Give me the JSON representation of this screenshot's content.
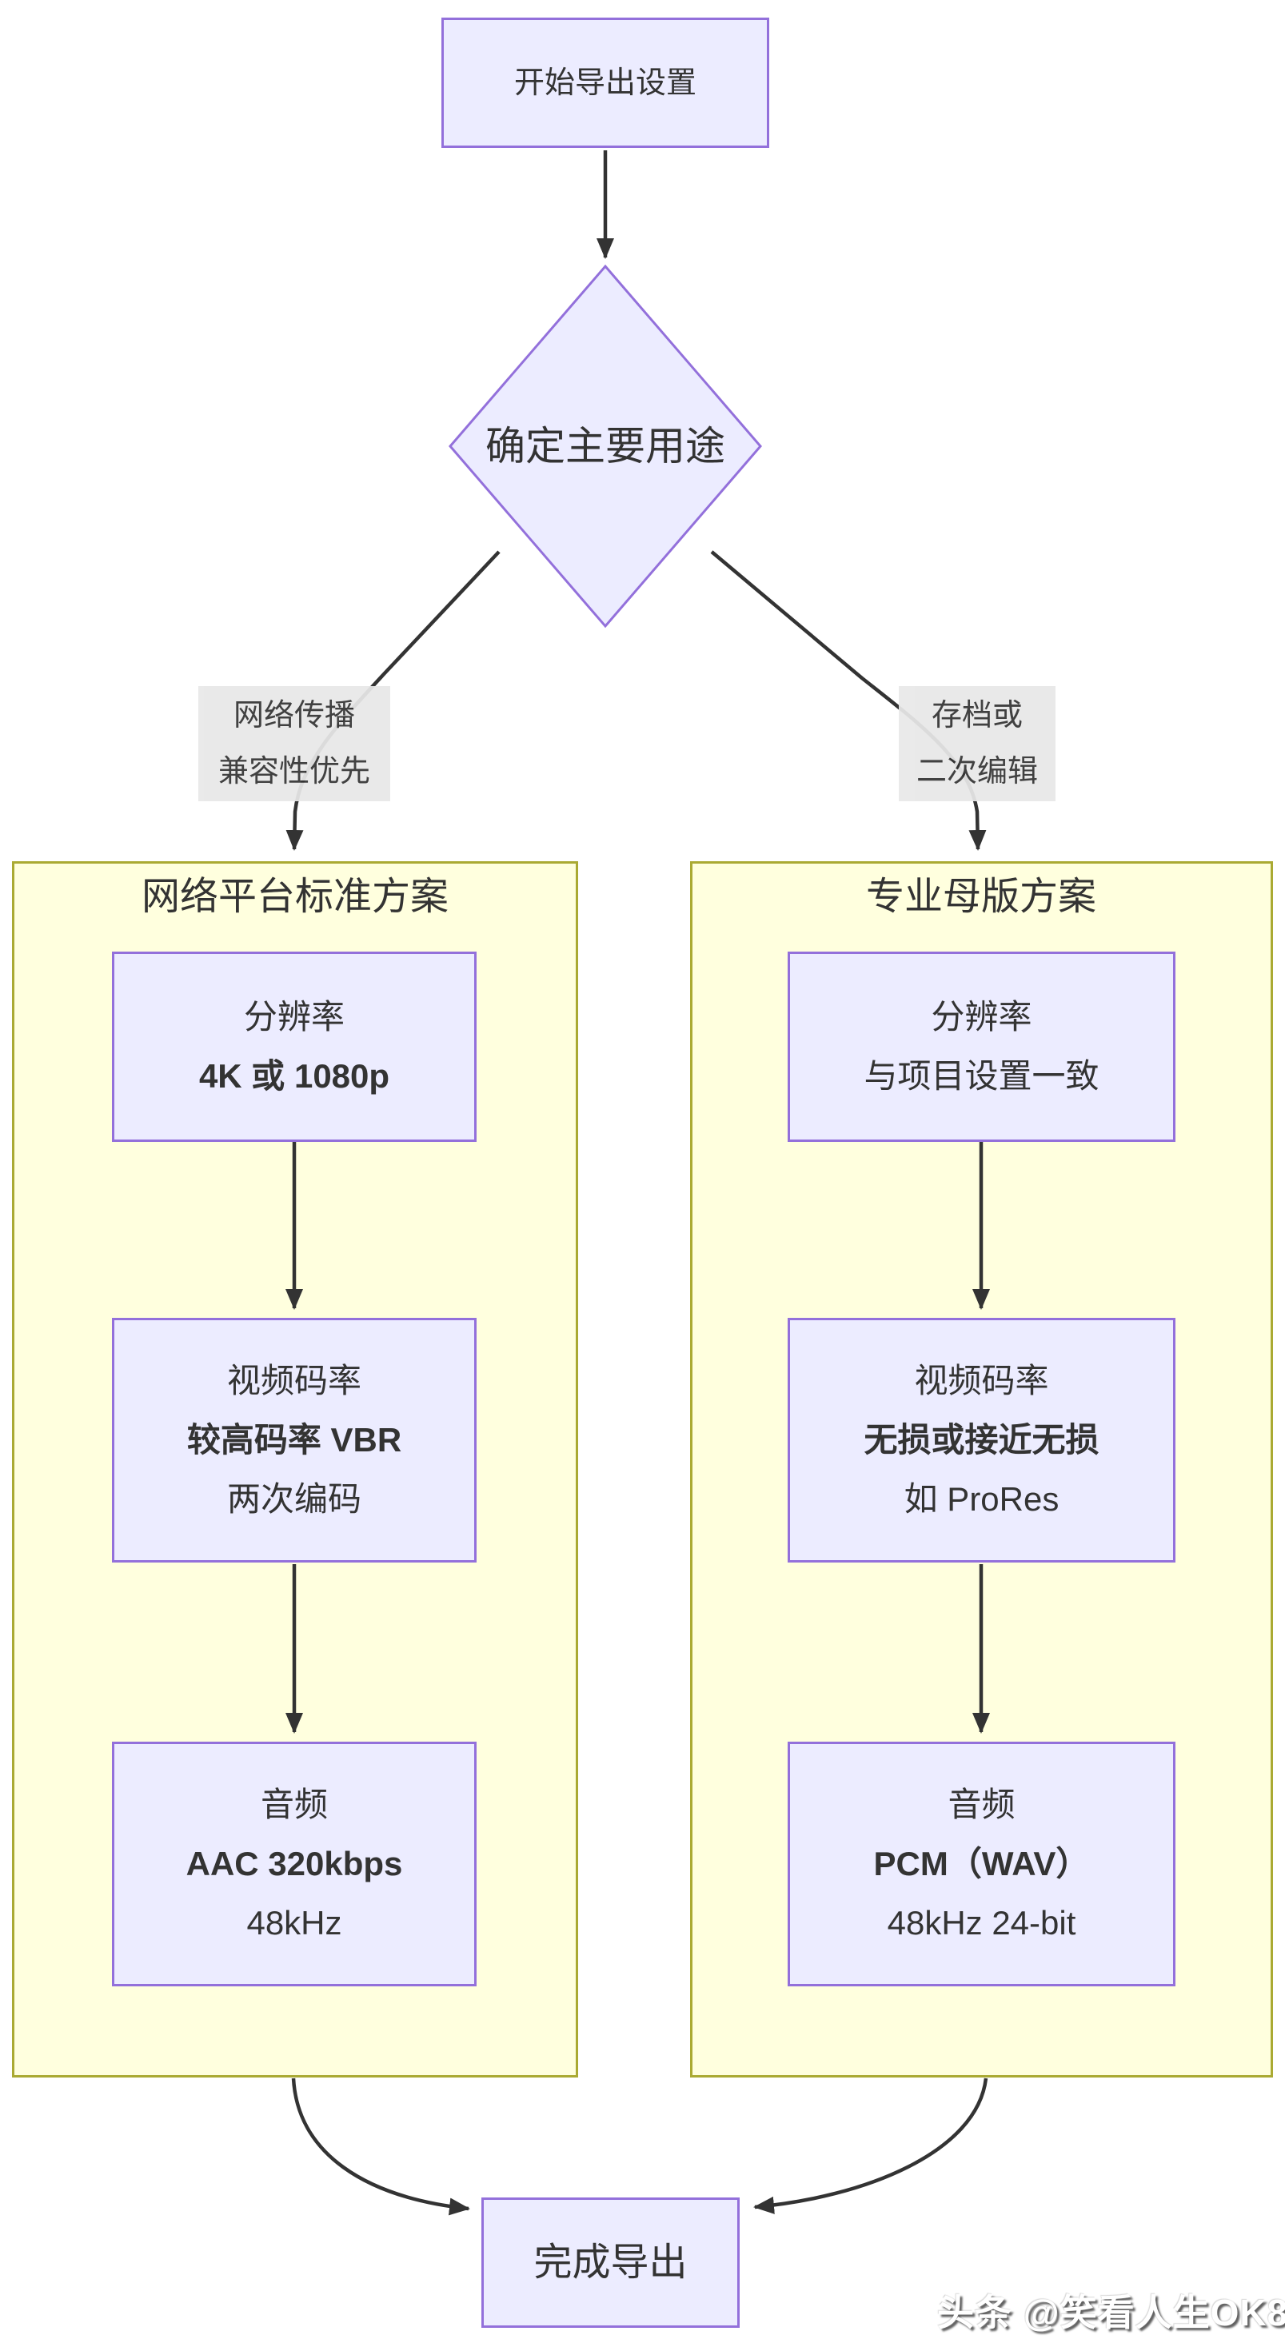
{
  "colors": {
    "node_fill": "#ECECFF",
    "node_border": "#9370DB",
    "container_fill": "#FFFFDE",
    "container_border": "#AAAA33",
    "edge_label_bg": "#E8E8E8",
    "line": "#333333",
    "text": "#333333",
    "watermark_text": "#FFFFFF"
  },
  "nodes": {
    "start": "开始导出设置",
    "decision": "确定主要用途",
    "end": "完成导出"
  },
  "edge_labels": {
    "left": {
      "line1": "网络传播",
      "line2": "兼容性优先"
    },
    "right": {
      "line1": "存档或",
      "line2": "二次编辑"
    }
  },
  "left_branch": {
    "title": "网络平台标准方案",
    "resolution": {
      "line1": "分辨率",
      "line2": "4K 或 1080p"
    },
    "bitrate": {
      "line1": "视频码率",
      "line2": "较高码率 VBR",
      "line3": "两次编码"
    },
    "audio": {
      "line1": "音频",
      "line2": "AAC 320kbps",
      "line3": "48kHz"
    }
  },
  "right_branch": {
    "title": "专业母版方案",
    "resolution": {
      "line1": "分辨率",
      "line2": "与项目设置一致"
    },
    "bitrate": {
      "line1": "视频码率",
      "line2": "无损或接近无损",
      "line3": "如 ProRes"
    },
    "audio": {
      "line1": "音频",
      "line2": "PCM（WAV）",
      "line3": "48kHz 24-bit"
    }
  },
  "watermark": "头条 @笑看人生OK8"
}
